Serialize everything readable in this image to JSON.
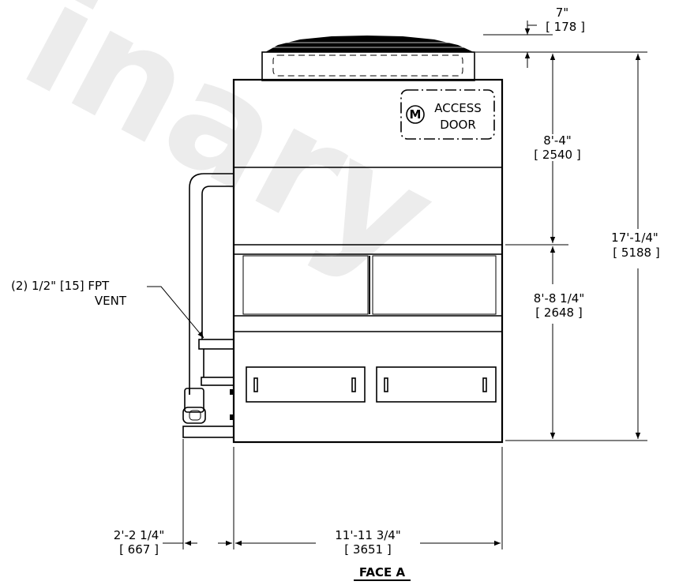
{
  "watermark": "inary",
  "view_title": "FACE A",
  "top_offset": {
    "imperial": "7\"",
    "metric": "[ 178 ]"
  },
  "upper_height": {
    "imperial": "8'-4\"",
    "metric": "[ 2540 ]"
  },
  "lower_height": {
    "imperial": "8'-8 1/4\"",
    "metric": "[ 2648 ]"
  },
  "overall_height": {
    "imperial": "17'-1/4\"",
    "metric": "[ 5188 ]"
  },
  "piping_offset": {
    "imperial": "2'-2 1/4\"",
    "metric": "[ 667 ]"
  },
  "unit_width": {
    "imperial": "11'-11 3/4\"",
    "metric": "[ 3651 ]"
  },
  "vent_callout": {
    "line1": "(2) 1/2\" [15] FPT",
    "line2": "VENT"
  },
  "access_door": {
    "logo": "M",
    "line1": "ACCESS",
    "line2": "DOOR"
  }
}
